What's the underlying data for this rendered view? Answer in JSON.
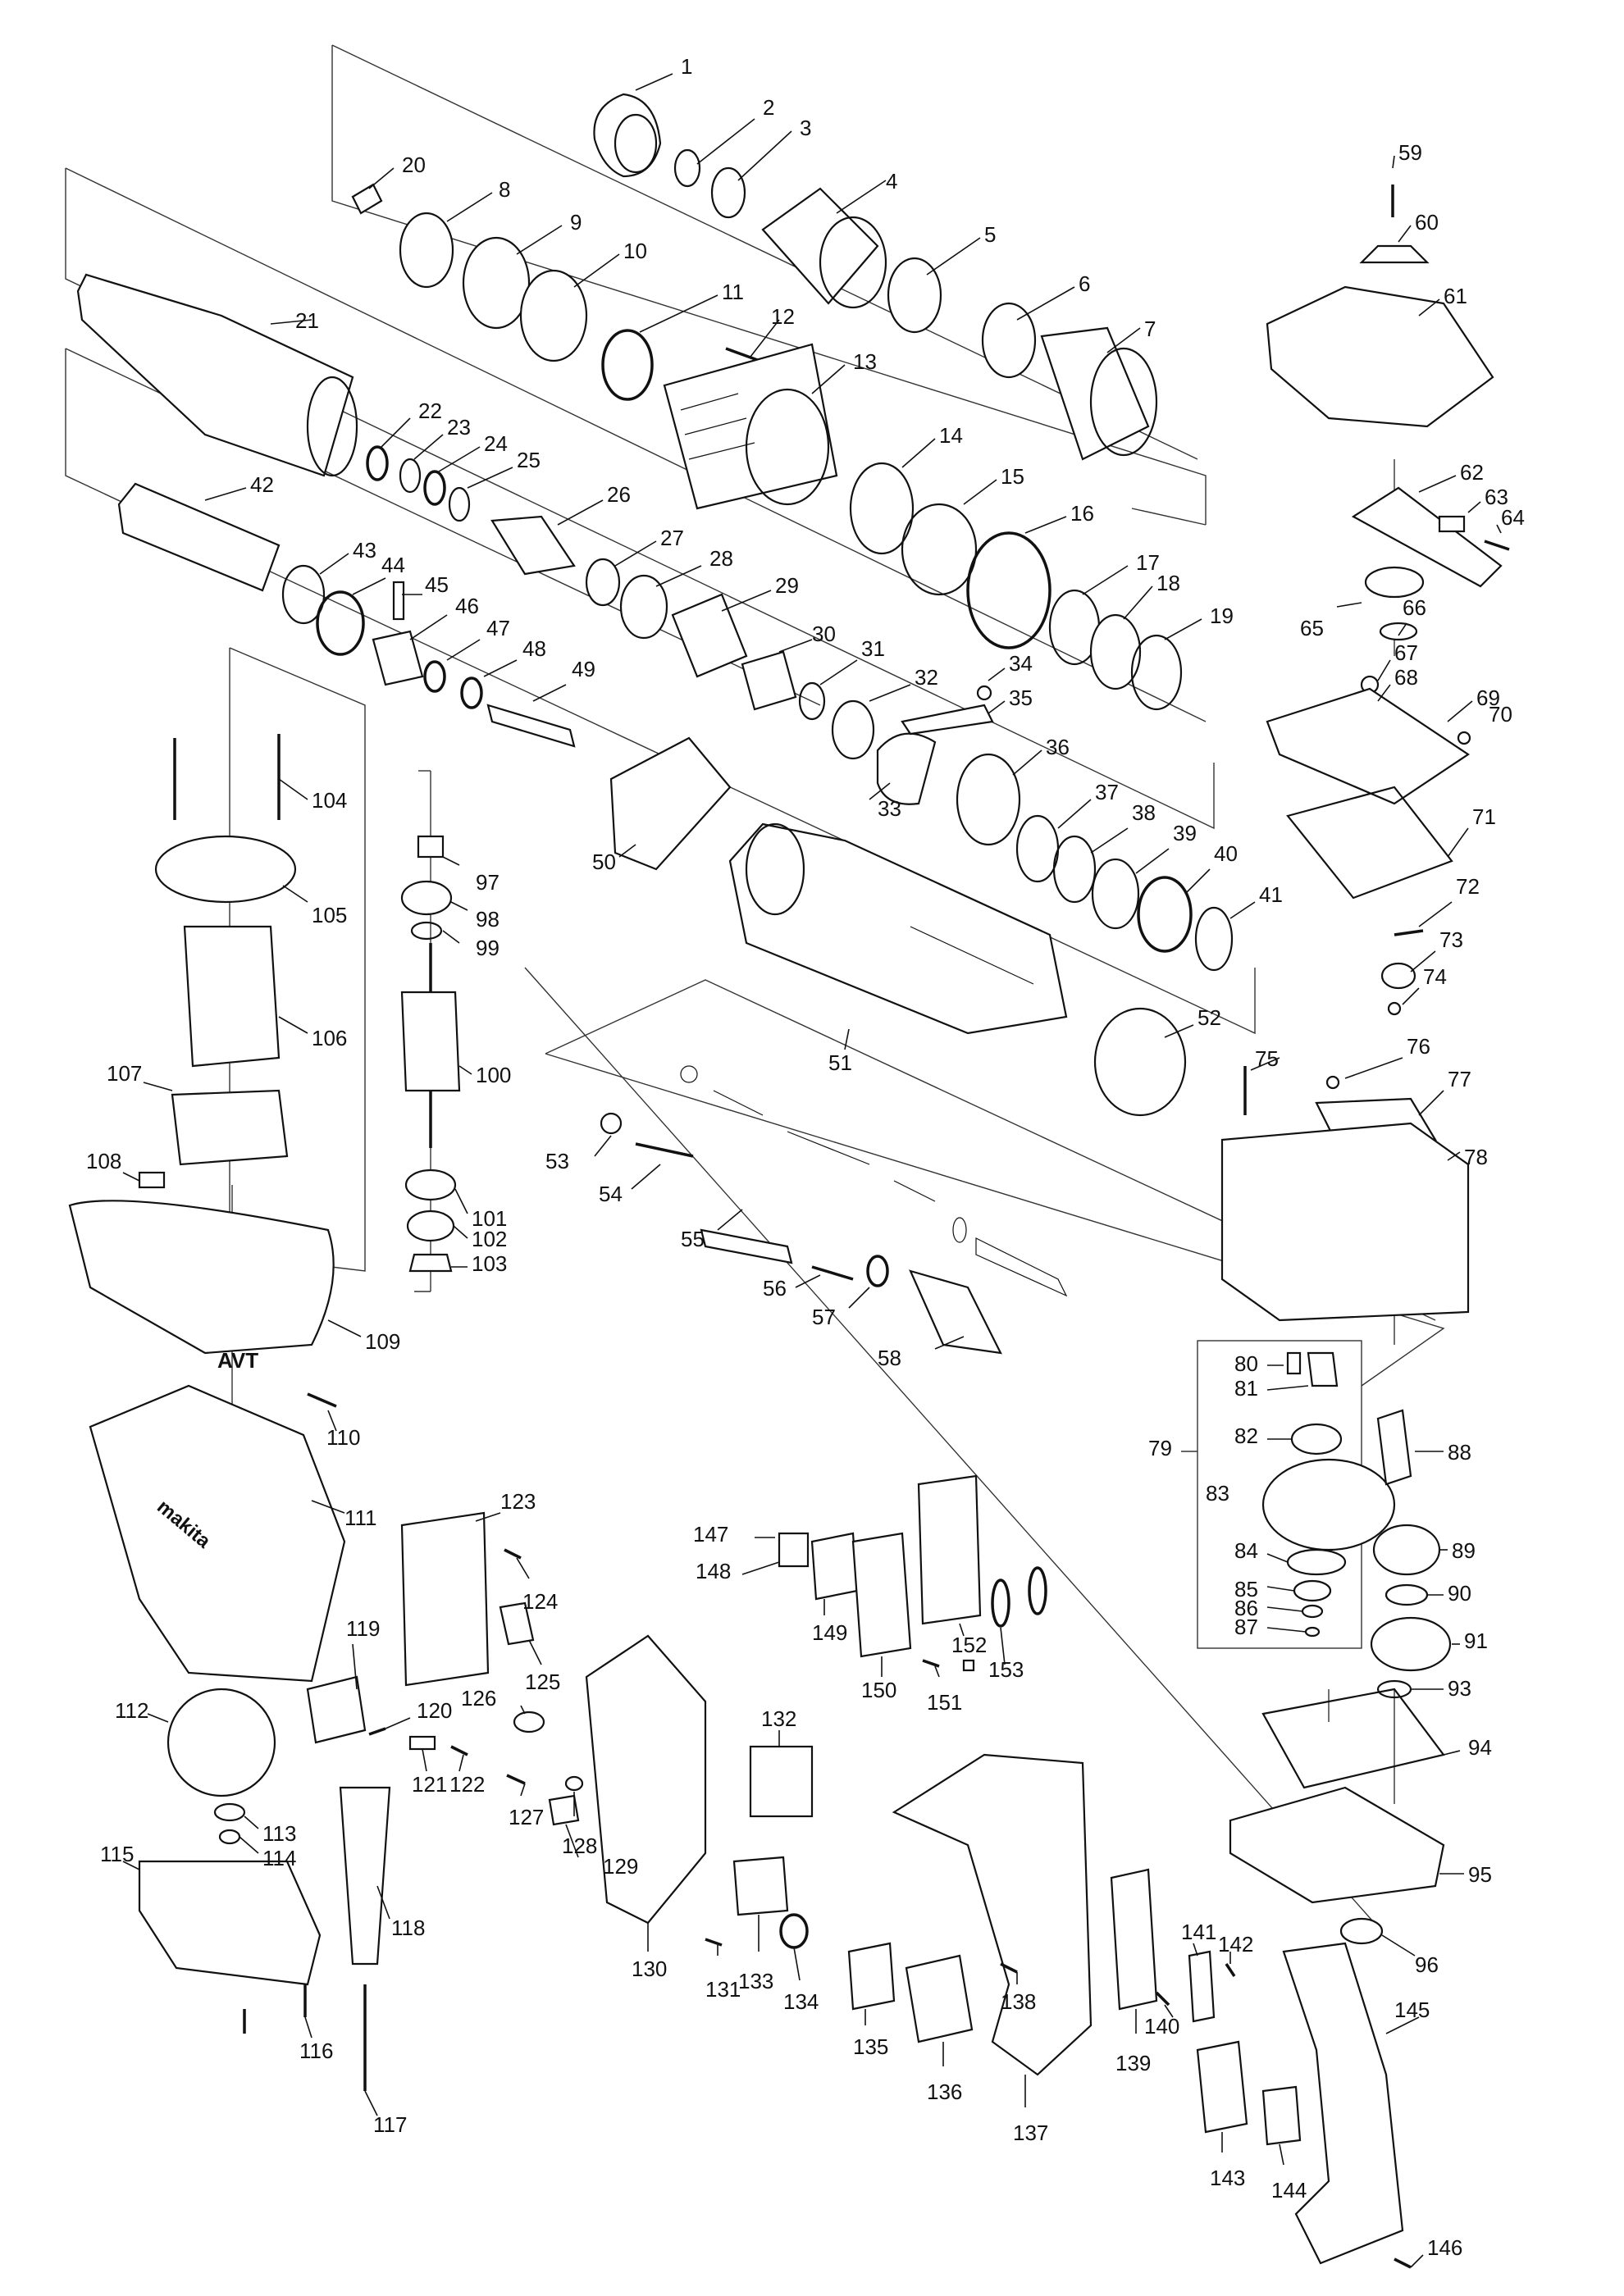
{
  "diagram": {
    "kind": "exploded parts diagram",
    "brand_marks": {
      "avt": "AVT",
      "makita": "makita"
    },
    "part_numbers": [
      "1",
      "2",
      "3",
      "4",
      "5",
      "6",
      "7",
      "8",
      "9",
      "10",
      "11",
      "12",
      "13",
      "14",
      "15",
      "16",
      "17",
      "18",
      "19",
      "20",
      "21",
      "22",
      "23",
      "24",
      "25",
      "26",
      "27",
      "28",
      "29",
      "30",
      "31",
      "32",
      "33",
      "34",
      "35",
      "36",
      "37",
      "38",
      "39",
      "40",
      "41",
      "42",
      "43",
      "44",
      "45",
      "46",
      "47",
      "48",
      "49",
      "50",
      "51",
      "52",
      "53",
      "54",
      "55",
      "56",
      "57",
      "58",
      "59",
      "60",
      "61",
      "62",
      "63",
      "64",
      "65",
      "66",
      "67",
      "68",
      "69",
      "70",
      "71",
      "72",
      "73",
      "74",
      "75",
      "76",
      "77",
      "78",
      "79",
      "80",
      "81",
      "82",
      "83",
      "84",
      "85",
      "86",
      "87",
      "88",
      "89",
      "90",
      "91",
      "93",
      "94",
      "95",
      "96",
      "97",
      "98",
      "99",
      "100",
      "101",
      "102",
      "103",
      "104",
      "105",
      "106",
      "107",
      "108",
      "109",
      "110",
      "111",
      "112",
      "113",
      "114",
      "115",
      "116",
      "117",
      "118",
      "119",
      "120",
      "121",
      "122",
      "123",
      "124",
      "125",
      "126",
      "127",
      "128",
      "129",
      "130",
      "131",
      "132",
      "133",
      "134",
      "135",
      "136",
      "137",
      "138",
      "139",
      "140",
      "141",
      "142",
      "143",
      "144",
      "145",
      "146",
      "147",
      "148",
      "149",
      "150",
      "151",
      "152",
      "153"
    ]
  }
}
